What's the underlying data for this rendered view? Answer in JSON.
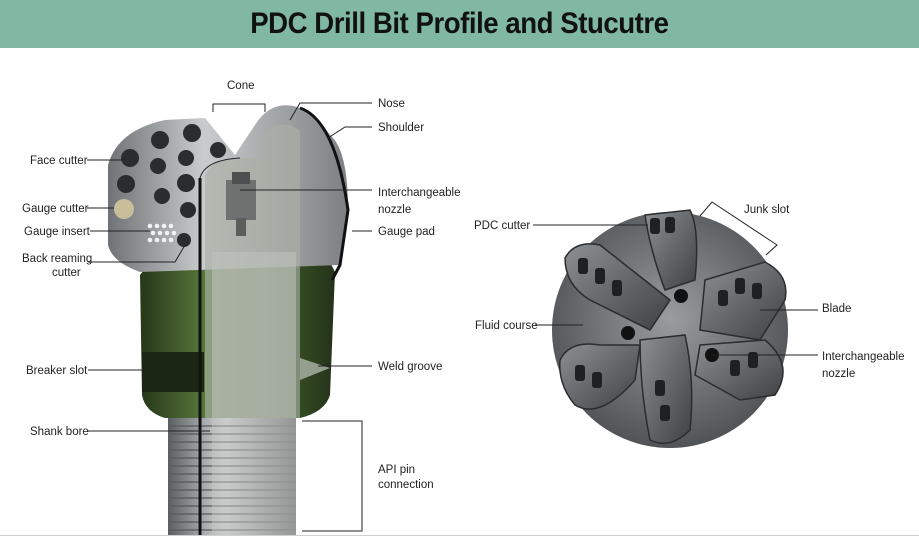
{
  "title": "PDC Drill Bit Profile and Stucutre",
  "left_labels": {
    "cone": "Cone",
    "nose": "Nose",
    "shoulder": "Shoulder",
    "face_cutter": "Face cutter",
    "interchangeable_nozzle_1": "Interchangeable",
    "interchangeable_nozzle_2": "nozzle",
    "gauge_cutter": "Gauge cutter",
    "gauge_insert": "Gauge insert",
    "gauge_pad": "Gauge pad",
    "back_reaming_1": "Back reaming",
    "back_reaming_2": "cutter",
    "breaker_slot": "Breaker slot",
    "weld_groove": "Weld groove",
    "shank_bore": "Shank bore",
    "api_pin_1": "API pin",
    "api_pin_2": "connection"
  },
  "right_labels": {
    "pdc_cutter": "PDC cutter",
    "junk_slot": "Junk slot",
    "blade": "Blade",
    "fluid_course": "Fluid course",
    "interchangeable_nozzle_1": "Interchangeable",
    "interchangeable_nozzle_2": "nozzle"
  },
  "colors": {
    "header": "#80b8a4",
    "body_green": "#3f5a28",
    "crown_grey": "#8a8d8e",
    "steel": "#9a9ea2",
    "cutter_dark": "#2a2c2e"
  }
}
